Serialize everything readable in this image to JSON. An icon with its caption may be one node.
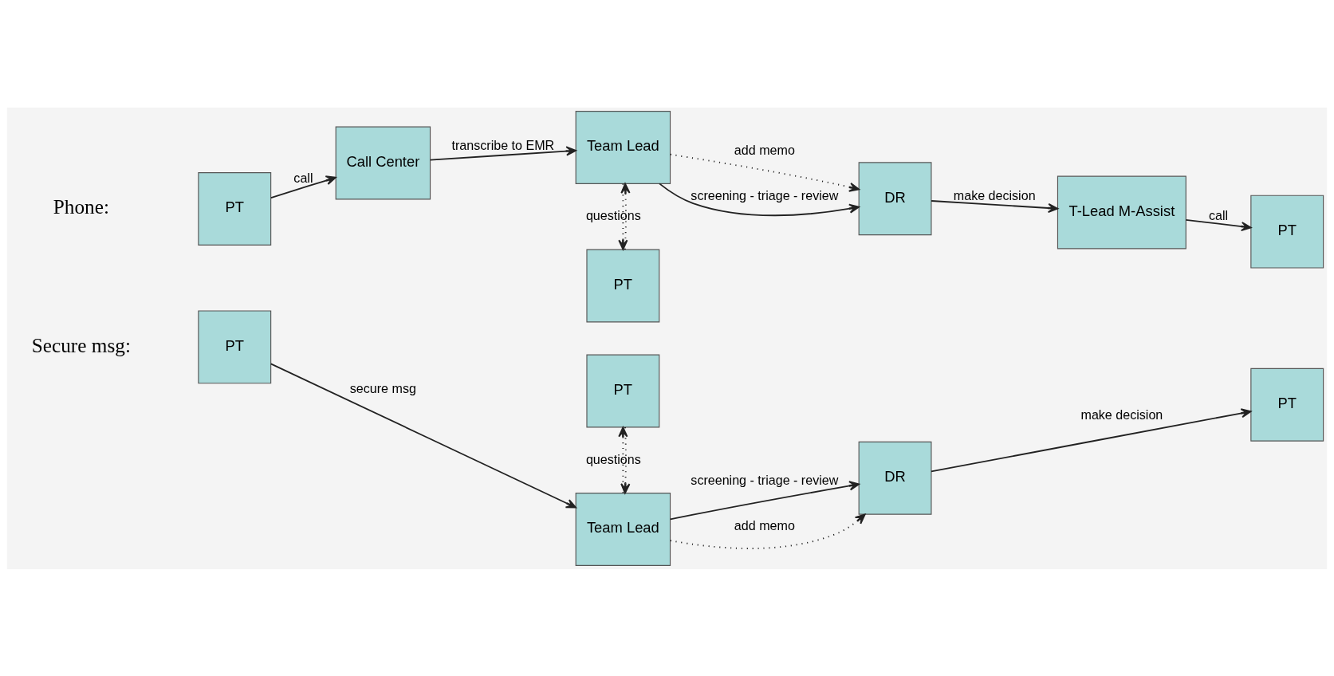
{
  "diagram": {
    "nodes": [
      {
        "text": [
          "PT"
        ]
      },
      {
        "text": [
          "PT"
        ]
      },
      {
        "text": [
          "Call Center"
        ]
      },
      {
        "text": [
          "Team Lead"
        ]
      },
      {
        "text": [
          "DR"
        ]
      },
      {
        "text": [
          "T-Lead M-Assist"
        ]
      },
      {
        "text": [
          "PT"
        ]
      },
      {
        "text": [
          "PT"
        ]
      },
      {
        "text": [
          "Team Lead"
        ]
      },
      {
        "text": [
          "DR"
        ]
      },
      {
        "text": [
          "PT"
        ]
      },
      {
        "text": [
          "PT"
        ]
      }
    ],
    "edges": [
      {
        "from": 1,
        "to": 2,
        "arrow": "to",
        "label": "call"
      },
      {
        "from": 2,
        "to": 3,
        "arrow": "to",
        "label": "transcribe to EMR"
      },
      {
        "from": 3,
        "to": 0,
        "arrow": "to",
        "label": "questions",
        "style": "dashed"
      },
      {
        "from": 0,
        "to": 3,
        "arrow": "to",
        "style": "dashed"
      },
      {
        "from": 3,
        "to": 4,
        "arrow": "to",
        "label": "add memo",
        "style": "dashed"
      },
      {
        "from": 3,
        "to": 4,
        "arrow": "to",
        "label": "screening - triage - review"
      },
      {
        "from": 4,
        "to": 5,
        "arrow": "to",
        "label": "make decision"
      },
      {
        "from": 5,
        "to": 6,
        "arrow": "to",
        "label": "call"
      },
      {
        "from": 7,
        "to": 8,
        "arrow": "to",
        "label": "secure msg"
      },
      {
        "from": 8,
        "to": 9,
        "arrow": "to",
        "label": "screening - triage - review"
      },
      {
        "from": 8,
        "to": 9,
        "arrow": "to",
        "label": "add memo",
        "style": "dashed"
      },
      {
        "from": 8,
        "to": 11,
        "arrow": "to",
        "label": "questions",
        "style": "dashed"
      },
      {
        "from": 11,
        "to": 8,
        "arrow": "to",
        "style": "dashed"
      },
      {
        "from": 9,
        "to": 10,
        "arrow": "to",
        "label": "make decision"
      }
    ],
    "labels": [
      "Phone:",
      "Secure msg:"
    ]
  }
}
